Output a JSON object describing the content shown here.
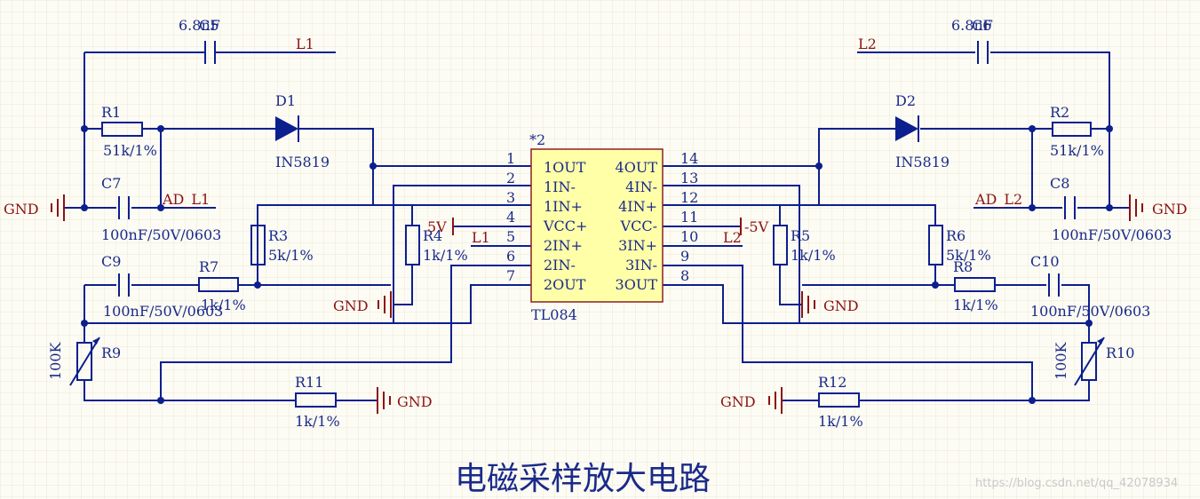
{
  "title": "电磁采样放大电路",
  "watermark": "https://blog.csdn.net/qq_42078934",
  "colors": {
    "wire": "#0c1f8f",
    "net": "#8b1212",
    "background": "#fdfcf4",
    "chip_fill": "#ffffa8"
  },
  "chip": {
    "designator": "*2",
    "part": "TL084",
    "pins_left": [
      {
        "num": "1",
        "name": "1OUT"
      },
      {
        "num": "2",
        "name": "1IN-"
      },
      {
        "num": "3",
        "name": "1IN+"
      },
      {
        "num": "4",
        "name": "VCC+"
      },
      {
        "num": "5",
        "name": "2IN+"
      },
      {
        "num": "6",
        "name": "2IN-"
      },
      {
        "num": "7",
        "name": "2OUT"
      }
    ],
    "pins_right": [
      {
        "num": "14",
        "name": "4OUT"
      },
      {
        "num": "13",
        "name": "4IN-"
      },
      {
        "num": "12",
        "name": "4IN+"
      },
      {
        "num": "11",
        "name": "VCC-"
      },
      {
        "num": "10",
        "name": "3IN+"
      },
      {
        "num": "9",
        "name": "3IN-"
      },
      {
        "num": "8",
        "name": "3OUT"
      }
    ]
  },
  "components": {
    "C5": {
      "ref": "C5",
      "value": "6.8nF"
    },
    "C6": {
      "ref": "C6",
      "value": "6.8nF"
    },
    "R1": {
      "ref": "R1",
      "value": "51k/1%"
    },
    "R2": {
      "ref": "R2",
      "value": "51k/1%"
    },
    "D1": {
      "ref": "D1",
      "value": "IN5819"
    },
    "D2": {
      "ref": "D2",
      "value": "IN5819"
    },
    "C7": {
      "ref": "C7",
      "value": "100nF/50V/0603"
    },
    "C8": {
      "ref": "C8",
      "value": "100nF/50V/0603"
    },
    "C9": {
      "ref": "C9",
      "value": "100nF/50V/0603"
    },
    "C10": {
      "ref": "C10",
      "value": "100nF/50V/0603"
    },
    "R3": {
      "ref": "R3",
      "value": "5k/1%"
    },
    "R4": {
      "ref": "R4",
      "value": "1k/1%"
    },
    "R5": {
      "ref": "R5",
      "value": "1k/1%"
    },
    "R6": {
      "ref": "R6",
      "value": "5k/1%"
    },
    "R7": {
      "ref": "R7",
      "value": "1k/1%"
    },
    "R8": {
      "ref": "R8",
      "value": "1k/1%"
    },
    "R9": {
      "ref": "R9",
      "value": "100K"
    },
    "R10": {
      "ref": "R10",
      "value": "100K"
    },
    "R11": {
      "ref": "R11",
      "value": "1k/1%"
    },
    "R12": {
      "ref": "R12",
      "value": "1k/1%"
    }
  },
  "nets": {
    "L1": "L1",
    "L2": "L2",
    "ad_l1": "AD_L1",
    "ad_l2": "AD_L2",
    "gnd": "GND",
    "vpos": "5V",
    "vneg": "-5V"
  }
}
